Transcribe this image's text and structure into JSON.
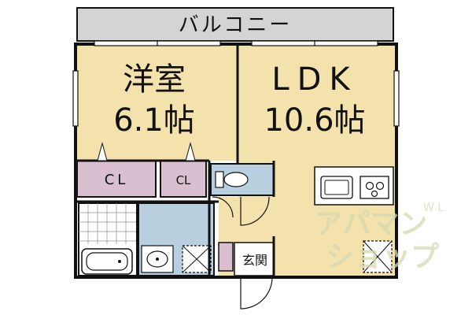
{
  "colors": {
    "balcony": "#d4d4d4",
    "room": "#f3e2ac",
    "closet": "#d9bfcf",
    "wet": "#b8cfe0",
    "tile": "#ffffff",
    "wall": "#111111",
    "watermark": "#d8d8b0"
  },
  "labels": {
    "balcony": "バルコニー",
    "western_room": "洋室",
    "western_room_size": "6.1帖",
    "ldk": "LDK",
    "ldk_size": "10.6帖",
    "closet_1": "CL",
    "closet_2": "CL",
    "entrance": "玄関"
  },
  "watermark": {
    "line1": "アパマン",
    "line2": "ショップ",
    "mark": "W L"
  },
  "icons": [
    "stove-icon",
    "sink-icon",
    "toilet-icon",
    "bathtub-icon",
    "washbasin-icon",
    "washing-machine-pan-icon",
    "fridge-space-icon",
    "door-swing-icon"
  ]
}
